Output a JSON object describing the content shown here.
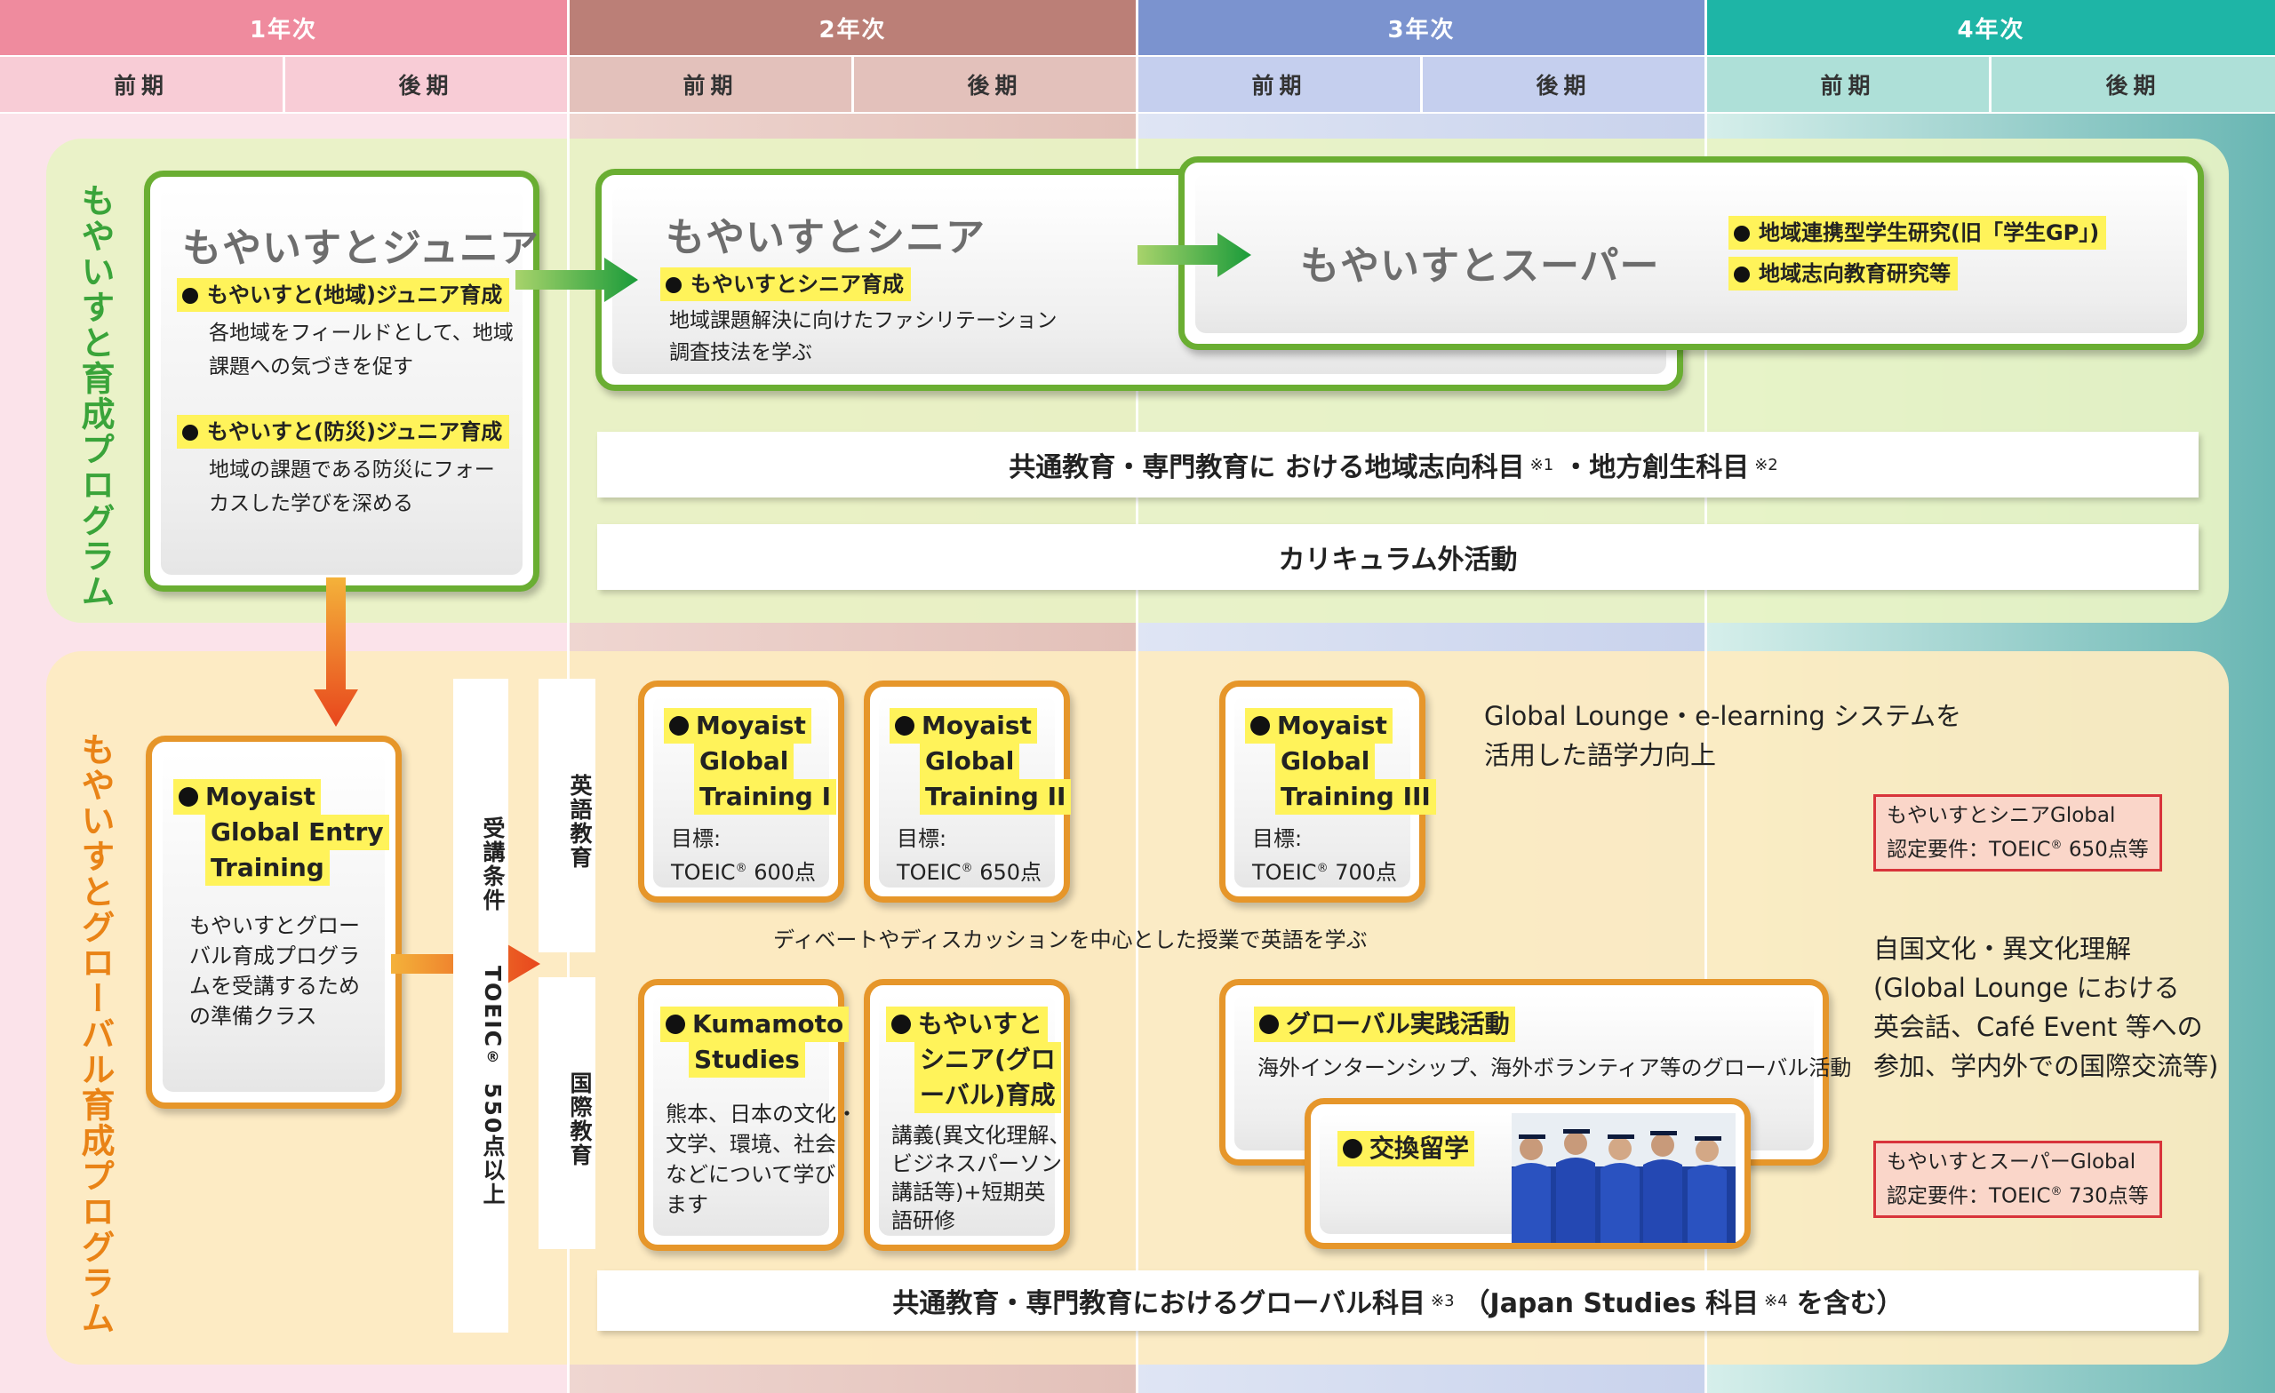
{
  "header": {
    "years": [
      "1年次",
      "2年次",
      "3年次",
      "4年次"
    ],
    "term_first": "前期",
    "term_second": "後期"
  },
  "colors": {
    "year1": "#ef8b9e",
    "year2": "#bb7f77",
    "year3": "#7b93cf",
    "year4": "#1eb5a6",
    "program_green": "#3aa43a",
    "program_orange": "#e98316",
    "box_green": "#6aae32",
    "box_orange": "#e6962a"
  },
  "moyaisuto": {
    "title": "もやいすと育成プログラム",
    "junior": {
      "title": "もやいすとジュニア",
      "item1_label": "もやいすと(地域)ジュニア育成",
      "item1_desc1": "各地域をフィールドとして、地域",
      "item1_desc2": "課題への気づきを促す",
      "item2_label": "もやいすと(防災)ジュニア育成",
      "item2_desc1": "地域の課題である防災にフォー",
      "item2_desc2": "カスした学びを深める"
    },
    "senior": {
      "title": "もやいすとシニア",
      "item_label": "もやいすとシニア育成",
      "desc1": "地域課題解決に向けたファシリテーション",
      "desc2": "調査技法を学ぶ"
    },
    "super": {
      "title": "もやいすとスーパー",
      "item1": "地域連携型学生研究(旧「学生GP」)",
      "item2": "地域志向教育研究等"
    },
    "bar1_a": "共通教育・専門教育に おける地域志向科目",
    "bar1_note1": "※1",
    "bar1_b": "・地方創生科目",
    "bar1_note2": "※2",
    "bar2": "カリキュラム外活動"
  },
  "global": {
    "title": "もやいすとグローバル育成プログラム",
    "entry": {
      "l1": "Moyaist",
      "l2": "Global Entry",
      "l3": "Training",
      "d1": "もやいすとグロー",
      "d2": "バル育成プログラ",
      "d3": "ムを受講するため",
      "d4": "の準備クラス"
    },
    "condition_label": "受講条件",
    "condition_value": "TOEIC",
    "condition_sup": "®",
    "condition_score": "550点以上",
    "english_label": "英語教育",
    "intl_label": "国際教育",
    "training1": {
      "l1": "Moyaist",
      "l2": "Global",
      "l3": "Training I",
      "goal": "目標:",
      "score": "TOEIC",
      "sup": "®",
      "points": "600点"
    },
    "training2": {
      "l1": "Moyaist",
      "l2": "Global",
      "l3": "Training II",
      "goal": "目標:",
      "score": "TOEIC",
      "sup": "®",
      "points": "650点"
    },
    "training3": {
      "l1": "Moyaist",
      "l2": "Global",
      "l3": "Training III",
      "goal": "目標:",
      "score": "TOEIC",
      "sup": "®",
      "points": "700点"
    },
    "lounge1": "Global Lounge・e-learning システムを",
    "lounge2": "活用した語学力向上",
    "senior_global1": "もやいすとシニアGlobal",
    "senior_global2a": "認定要件：TOEIC",
    "senior_global2sup": "®",
    "senior_global2b": " 650点等",
    "debate": "ディベートやディスカッションを中心とした授業で英語を学ぶ",
    "kumamoto": {
      "l1": "Kumamoto",
      "l2": "Studies",
      "d1": "熊本、日本の文化・",
      "d2": "文学、環境、社会",
      "d3": "などについて学び",
      "d4": "ます"
    },
    "senior_global_dev": {
      "l1": "もやいすと",
      "l2": "シニア(グロ",
      "l3": "ーバル)育成",
      "d1": "講義(異文化理解、",
      "d2": "ビジネスパーソン",
      "d3": "講話等)+短期英",
      "d4": "語研修"
    },
    "practice": {
      "label": "グローバル実践活動",
      "desc": "海外インターンシップ、海外ボランティア等のグローバル活動"
    },
    "exchange": "交換留学",
    "culture1": "自国文化・異文化理解",
    "culture2": "(Global Lounge における",
    "culture3": "英会話、Café Event 等への",
    "culture4": "参加、学内外での国際交流等)",
    "super_global1": "もやいすとスーパーGlobal",
    "super_global2a": "認定要件：TOEIC",
    "super_global2sup": "®",
    "super_global2b": " 730点等",
    "bottom_a": "共通教育・専門教育におけるグローバル科目",
    "bottom_note3": "※3",
    "bottom_b": "（Japan Studies 科目",
    "bottom_note4": "※4",
    "bottom_c": "を含む）"
  }
}
